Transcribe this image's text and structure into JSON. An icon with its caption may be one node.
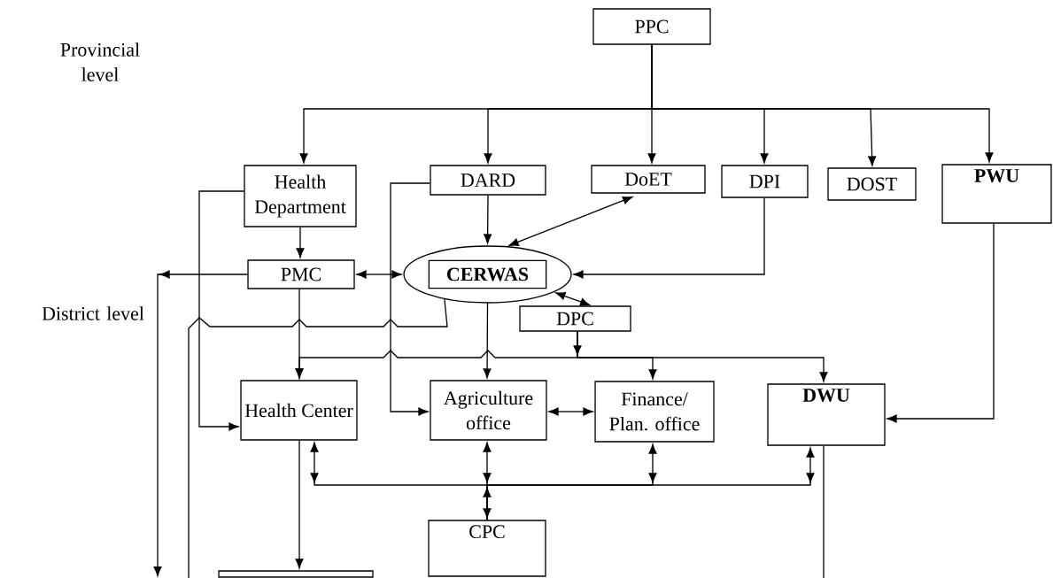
{
  "diagram": {
    "nodes": [
      {
        "text": [
          "PPC"
        ]
      },
      {
        "text": [
          "Health Department"
        ]
      },
      {
        "text": [
          "DARD"
        ]
      },
      {
        "text": [
          "DoET"
        ]
      },
      {
        "text": [
          "DPI"
        ]
      },
      {
        "text": [
          "DOST"
        ]
      },
      {
        "text": [
          "PWU"
        ]
      },
      {
        "text": [
          "PMC"
        ]
      },
      {
        "text": [
          "CERWAS"
        ]
      },
      {
        "text": [
          "DPC"
        ]
      },
      {
        "text": [
          "Health Center"
        ]
      },
      {
        "text": [
          "Agriculture office"
        ]
      },
      {
        "text": [
          "Finance/ Plan. office"
        ]
      },
      {
        "text": [
          "DWU"
        ]
      },
      {
        "text": [
          "CPC"
        ]
      },
      {
        "text": [],
        "shape": "box"
      }
    ],
    "edges": [
      {
        "from": 0,
        "to": 1,
        "arrow": "to"
      },
      {
        "from": 0,
        "to": 2,
        "arrow": "to"
      },
      {
        "from": 0,
        "to": 3,
        "arrow": "to"
      },
      {
        "from": 0,
        "to": 4,
        "arrow": "to"
      },
      {
        "from": 0,
        "to": 5,
        "arrow": "to"
      },
      {
        "from": 0,
        "to": 6,
        "arrow": "to"
      },
      {
        "from": 1,
        "to": 7,
        "arrow": "to"
      },
      {
        "from": 1,
        "to": 10,
        "arrow": "to"
      },
      {
        "from": 2,
        "to": 8,
        "arrow": "to"
      },
      {
        "from": 2,
        "to": 11,
        "arrow": "to"
      },
      {
        "from": 3,
        "to": 8,
        "arrow": "both"
      },
      {
        "from": 4,
        "to": 8,
        "arrow": "to"
      },
      {
        "from": 7,
        "to": 8,
        "arrow": "both"
      },
      {
        "from": 7,
        "to": null,
        "arrow": "to"
      },
      {
        "from": 8,
        "to": null,
        "arrow": "none"
      },
      {
        "from": 7,
        "to": 10,
        "arrow": "to"
      },
      {
        "from": 8,
        "to": 11,
        "arrow": "to"
      },
      {
        "from": 8,
        "to": 9,
        "arrow": "both"
      },
      {
        "from": 9,
        "to": 12,
        "arrow": "to"
      },
      {
        "from": 9,
        "to": 13,
        "arrow": "to"
      },
      {
        "from": 9,
        "to": 10,
        "arrow": "to"
      },
      {
        "from": 11,
        "to": 12,
        "arrow": "both"
      },
      {
        "from": 6,
        "to": 13,
        "arrow": "to"
      },
      {
        "from": 14,
        "to": 10,
        "arrow": "to"
      },
      {
        "from": 11,
        "to": 14,
        "arrow": "both"
      },
      {
        "from": 14,
        "to": 12,
        "arrow": "to"
      },
      {
        "from": 14,
        "to": 13,
        "arrow": "to"
      },
      {
        "from": 10,
        "to": 15,
        "arrow": "to"
      },
      {
        "from": 13,
        "to": null,
        "arrow": "none"
      }
    ],
    "labels": [
      "Provincial level",
      "District level"
    ]
  }
}
